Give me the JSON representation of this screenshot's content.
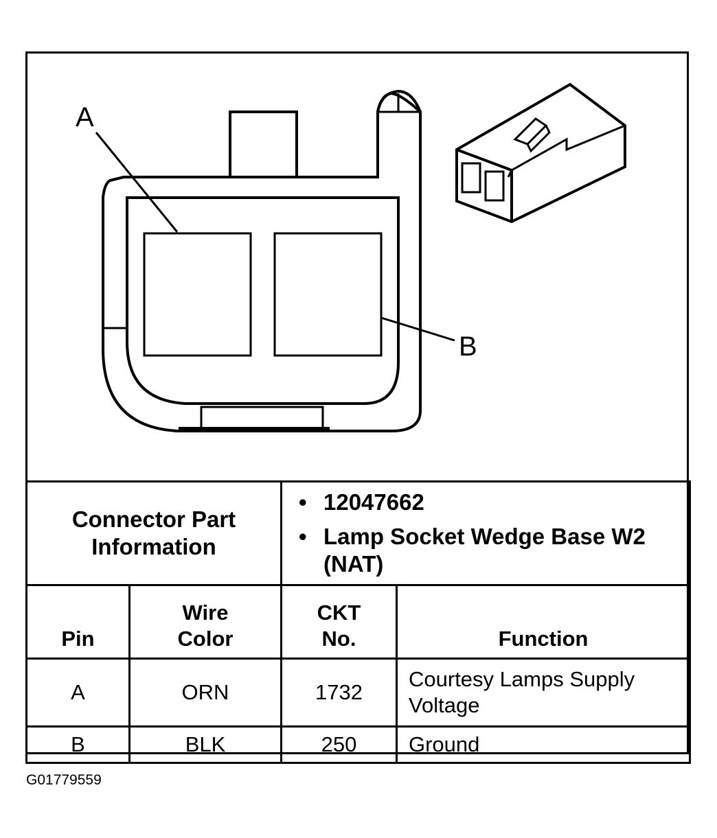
{
  "diagram": {
    "callouts": [
      "A",
      "B"
    ]
  },
  "connector_info": {
    "label": "Connector Part Information",
    "items": [
      "12047662",
      "Lamp Socket Wedge Base W2 (NAT)"
    ]
  },
  "pin_table": {
    "headers": [
      "Pin",
      "Wire Color",
      "CKT No.",
      "Function"
    ],
    "rows": [
      {
        "pin": "A",
        "wire_color": "ORN",
        "ckt_no": "1732",
        "function": "Courtesy Lamps Supply Voltage"
      },
      {
        "pin": "B",
        "wire_color": "BLK",
        "ckt_no": "250",
        "function": "Ground"
      }
    ]
  },
  "figure_code": "G01779559"
}
